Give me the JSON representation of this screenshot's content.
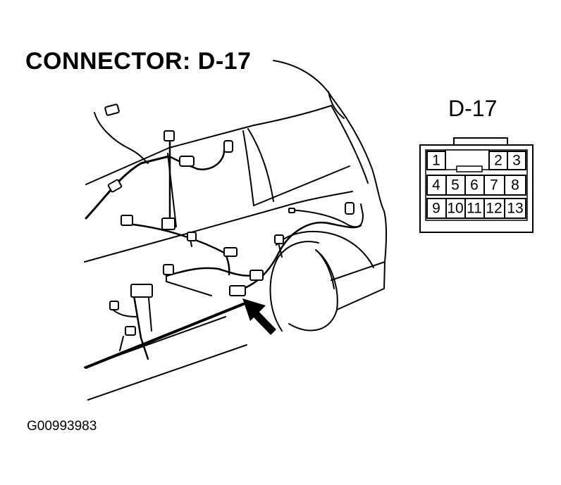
{
  "title": "CONNECTOR: D-17",
  "connector": {
    "name": "D-17",
    "pins": [
      "1",
      "2",
      "3",
      "4",
      "5",
      "6",
      "7",
      "8",
      "9",
      "10",
      "11",
      "12",
      "13"
    ]
  },
  "figure_id": "G00993983",
  "colors": {
    "line": "#000000",
    "background": "#ffffff"
  }
}
